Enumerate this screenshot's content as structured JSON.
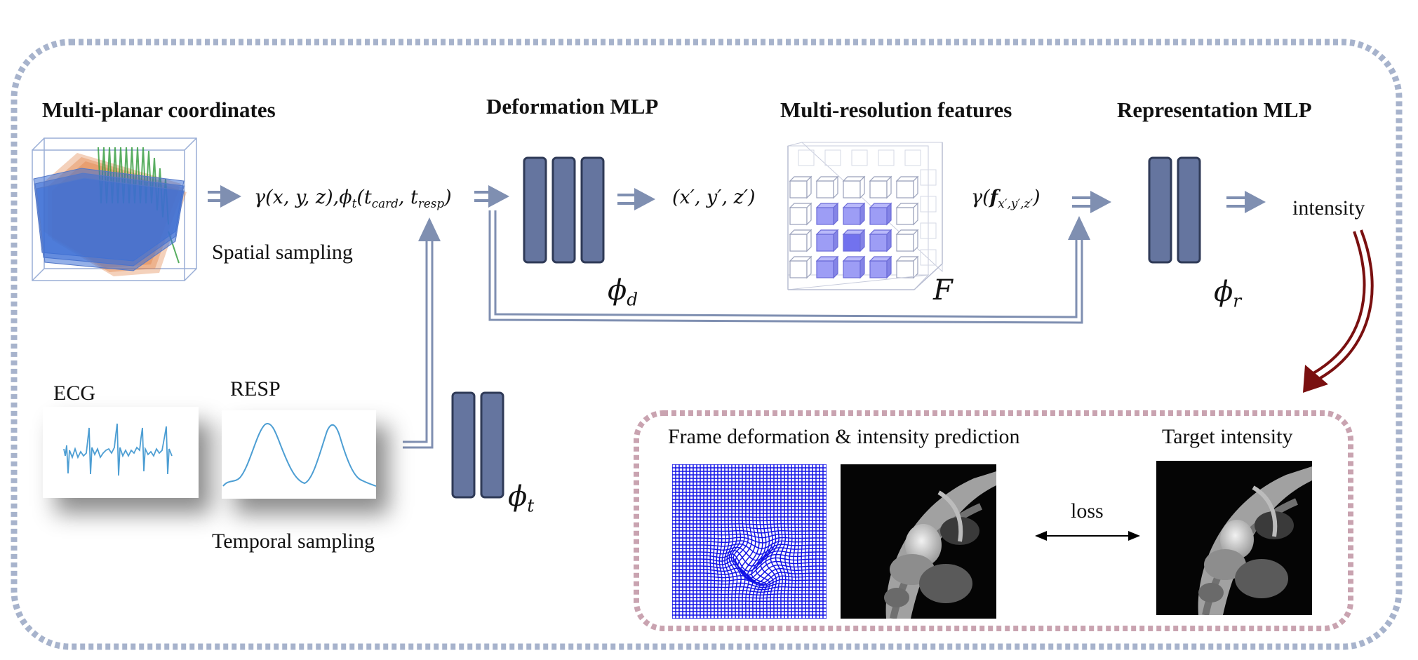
{
  "labels": {
    "multi_planar": "Multi-planar coordinates",
    "deformation_mlp": "Deformation MLP",
    "multi_resolution": "Multi-resolution features",
    "representation_mlp": "Representation MLP",
    "spatial_sampling": "Spatial sampling",
    "temporal_sampling": "Temporal sampling",
    "ecg": "ECG",
    "resp": "RESP",
    "intensity": "intensity",
    "frame_deformation": "Frame deformation & intensity prediction",
    "target_intensity": "Target intensity",
    "loss": "loss"
  },
  "math": {
    "encoding_spatial": "γ(x, y, z),",
    "phi_t_fn": "ϕ",
    "phi_t_fn_sub": "t",
    "time_args_open": "(t",
    "t_card_sub": "card",
    "t_sep": ", t",
    "t_resp_sub": "resp",
    "time_args_close": ")",
    "deformed_coords": "(x′, y′, z′)",
    "feature_gamma": "γ(",
    "feature_f": "f",
    "feature_sub": "x′,y′,z′",
    "feature_close": ")",
    "phi": "ϕ",
    "phi_d_sub": "d",
    "phi_r_sub": "r",
    "phi_t_sub": "t",
    "grid_label": "F"
  },
  "colors": {
    "outer_border": "#a7b3cc",
    "inner_border": "#c9a3b0",
    "arrow": "#7f8fb1",
    "mlp_fill": "#65759f",
    "mlp_stroke": "#2f3a57",
    "curved_arrow": "#7a1010",
    "signal": "#4d9ed3",
    "cube_highlight": "#9d9df5",
    "cube_center": "#7272ee",
    "plane_orange": "#e07a3c",
    "plane_green": "#2f9a3a",
    "plane_blue": "#3d6fd6",
    "mesh": "#1212e6"
  }
}
